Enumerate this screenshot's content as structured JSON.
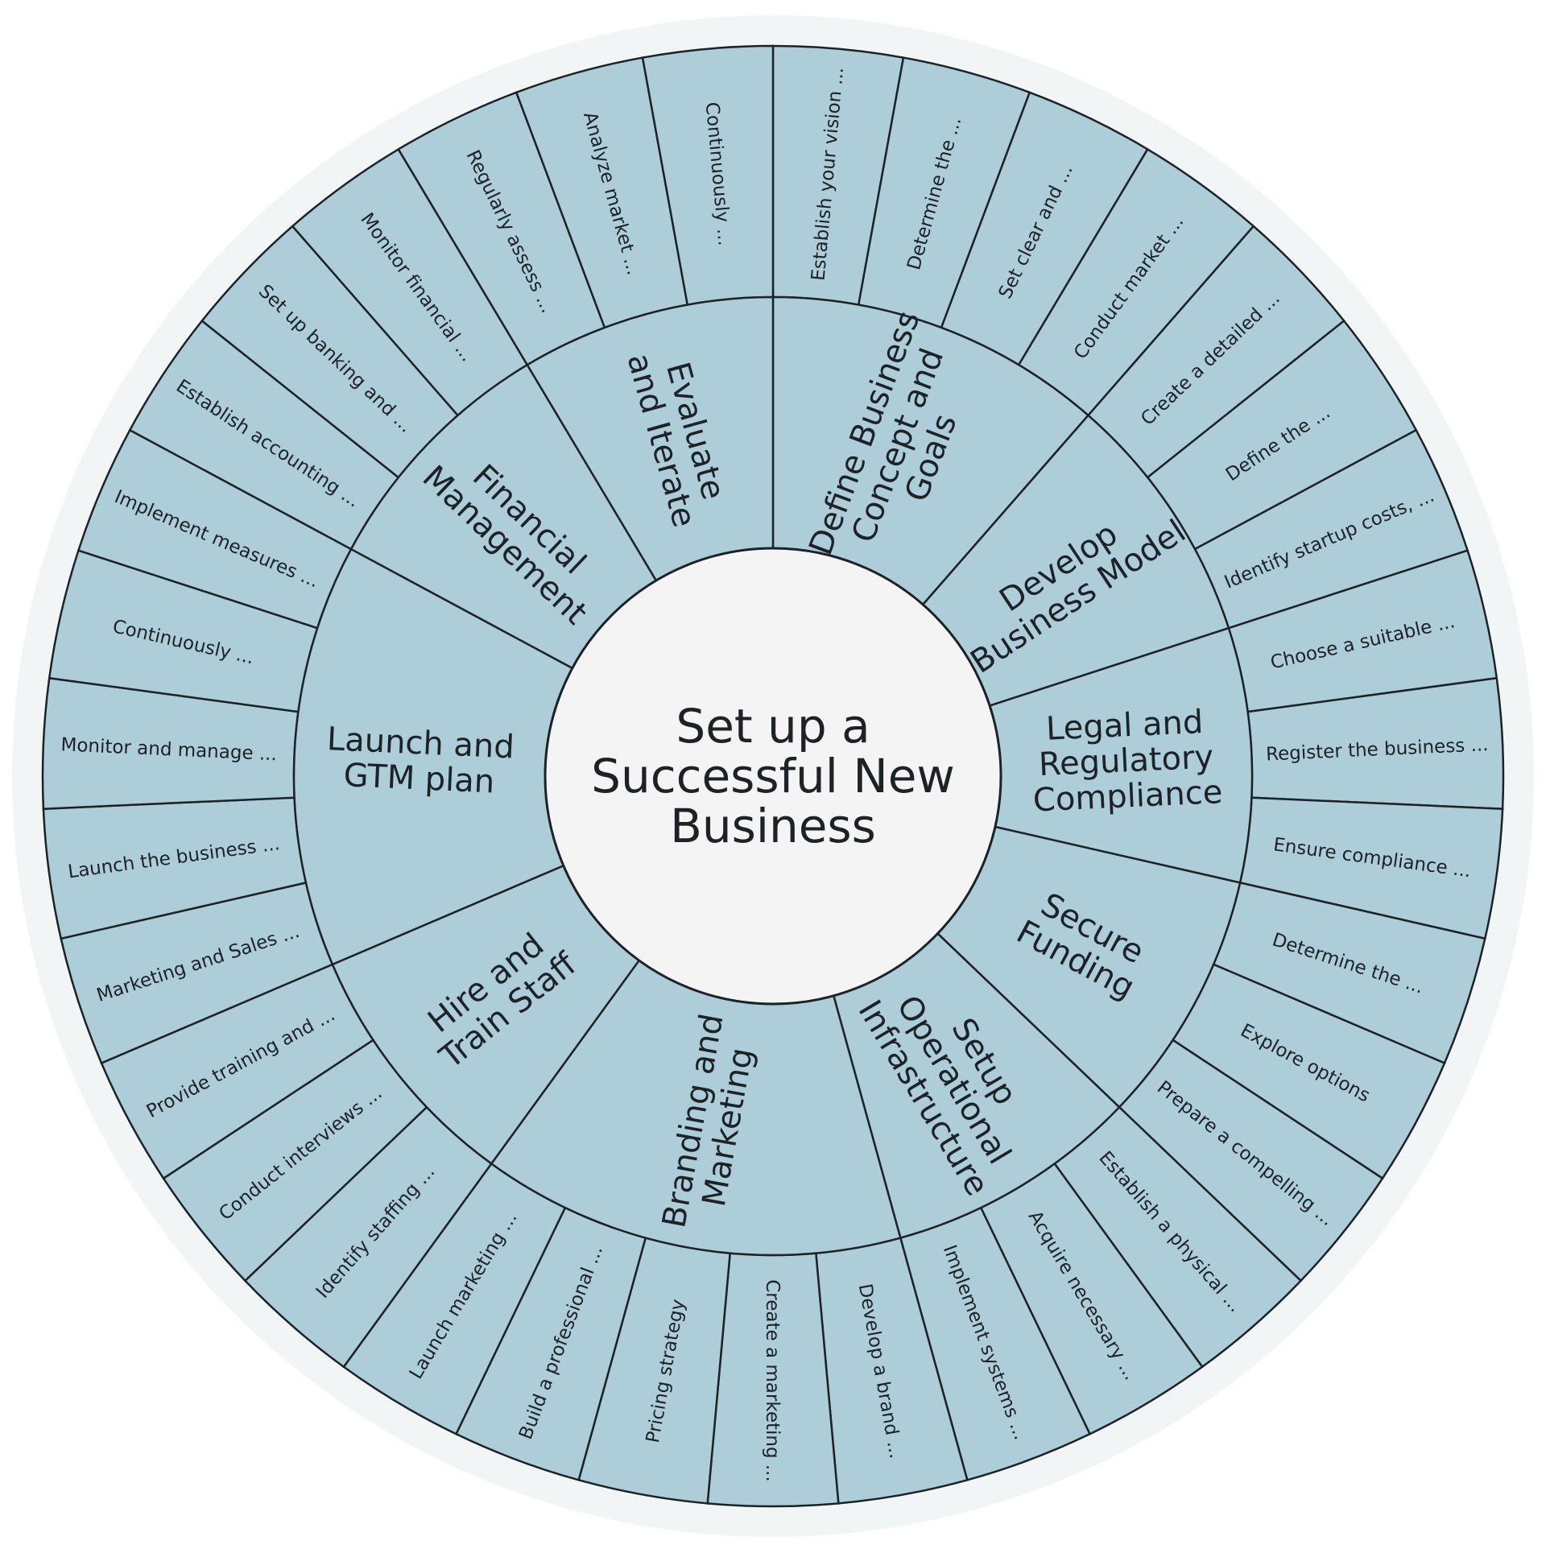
{
  "colors": {
    "segment_fill": "#adcdd9",
    "outline": "#1d2227",
    "halo": "#f2f5f5",
    "center_fill": "#f4f4f4"
  },
  "center": {
    "lines": [
      "Set up a",
      "Successful New",
      "Business"
    ]
  },
  "categories": [
    {
      "lines": [
        "Define Business",
        "Concept and",
        "Goals"
      ],
      "items": [
        "Establish your vision ...",
        "Determine the ...",
        "Set clear and ...",
        "Conduct market ..."
      ]
    },
    {
      "lines": [
        "Develop",
        "Business Model"
      ],
      "items": [
        "Create a detailed ...",
        "Define the ...",
        "Identify startup costs, ..."
      ]
    },
    {
      "lines": [
        "Legal and",
        "Regulatory",
        "Compliance"
      ],
      "items": [
        "Choose a suitable ...",
        "Register the business ...",
        "Ensure compliance ..."
      ]
    },
    {
      "lines": [
        "Secure",
        "Funding"
      ],
      "items": [
        "Determine the ...",
        "Explore options",
        "Prepare a compelling ..."
      ]
    },
    {
      "lines": [
        "Setup",
        "Operational",
        "Infrastructure"
      ],
      "items": [
        "Establish a physical ...",
        "Acquire necessary ...",
        "Implement systems ..."
      ]
    },
    {
      "lines": [
        "Branding and",
        "Marketing"
      ],
      "items": [
        "Develop a brand ...",
        "Create a marketing ...",
        "Pricing strategy",
        "Build a professional ...",
        "Launch marketing ..."
      ]
    },
    {
      "lines": [
        "Hire and",
        "Train Staff"
      ],
      "items": [
        "Identify staffing ...",
        "Conduct interviews ...",
        "Provide training and ..."
      ]
    },
    {
      "lines": [
        "Launch and",
        "GTM plan"
      ],
      "items": [
        "Marketing and Sales ...",
        "Launch the business ...",
        "Monitor and manage ...",
        "Continuously ...",
        "Implement measures ..."
      ]
    },
    {
      "lines": [
        "Financial",
        "Management"
      ],
      "items": [
        "Establish accounting ...",
        "Set up banking and ...",
        "Monitor financial ..."
      ]
    },
    {
      "lines": [
        "Evaluate",
        "and Iterate"
      ],
      "items": [
        "Regularly assess ...",
        "Analyze market ...",
        "Continuously ..."
      ]
    }
  ]
}
